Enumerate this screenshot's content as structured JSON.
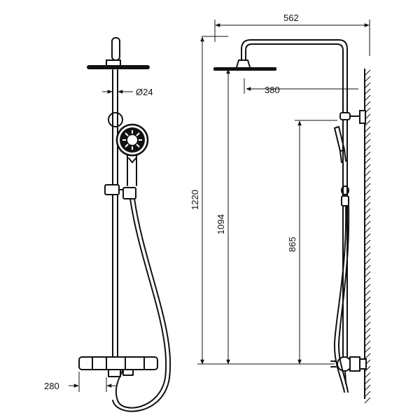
{
  "dimensions": {
    "width_total": "562",
    "head_projection": "380",
    "diameter": "Ø24",
    "overall_height": "1220",
    "head_height": "1094",
    "holder_height": "865",
    "mixer_depth": "280"
  }
}
